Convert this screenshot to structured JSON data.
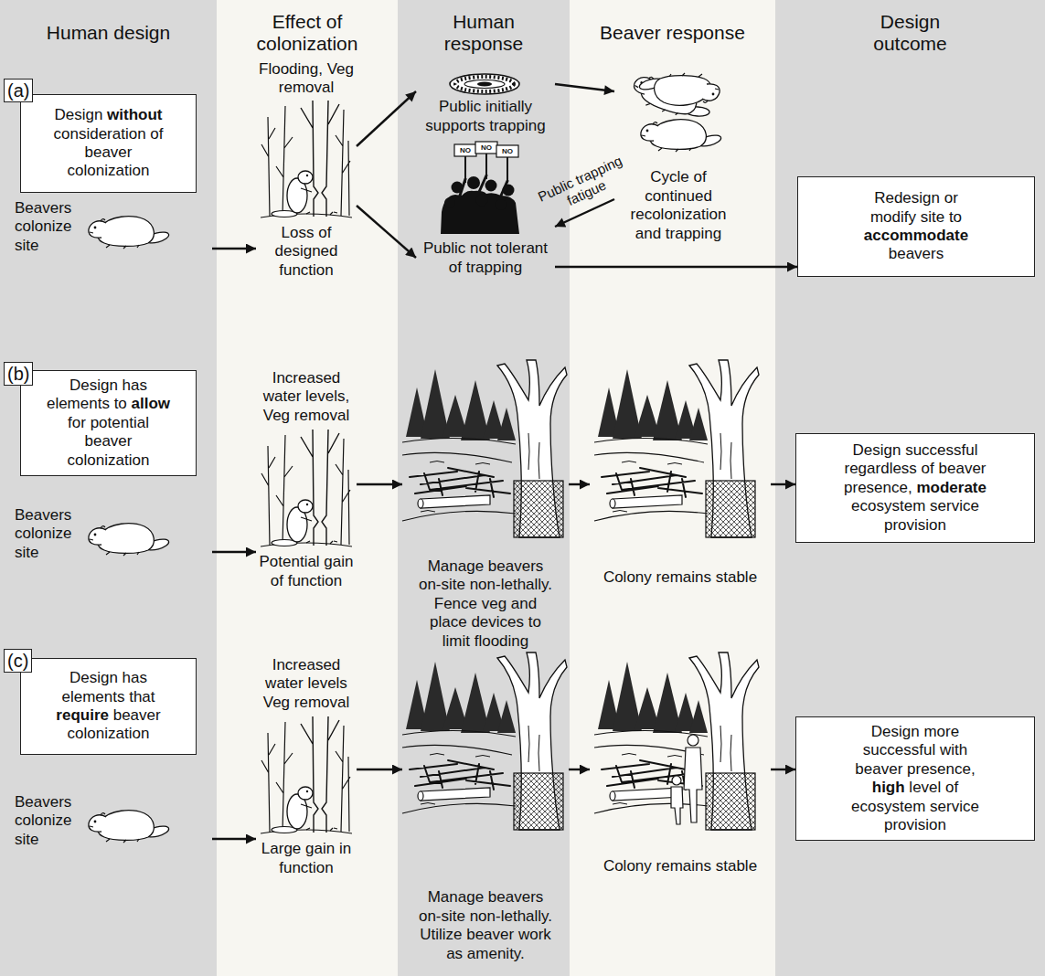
{
  "diagram": {
    "nodes": [
      {
        "text": [
          "Human design"
        ]
      },
      {
        "text": [
          "Effect of colonization"
        ]
      },
      {
        "text": [
          "Human response"
        ]
      },
      {
        "text": [
          "Beaver response"
        ]
      },
      {
        "text": [
          "Design outcome"
        ]
      },
      {
        "text": [
          "(a)"
        ],
        "in": 0
      },
      {
        "text": [
          "Design without consideration of beaver colonization"
        ],
        "in": 0
      },
      {
        "text": [
          "Beavers colonize site"
        ],
        "in": 0
      },
      {
        "text": [
          "Flooding, Veg removal",
          "Loss of designed function"
        ],
        "in": 1
      },
      {
        "text": [
          "Public initially supports trapping"
        ],
        "in": 2
      },
      {
        "text": [
          "Public not tolerant of trapping"
        ],
        "in": 2
      },
      {
        "text": [
          "Cycle of continued recolonization and trapping"
        ],
        "in": 3
      },
      {
        "text": [
          "Redesign or modify site to accommodate beavers"
        ],
        "in": 4
      },
      {
        "text": [
          "(b)"
        ],
        "in": 0
      },
      {
        "text": [
          "Design has elements to allow for potential beaver colonization"
        ],
        "in": 0
      },
      {
        "text": [
          "Beavers colonize site"
        ],
        "in": 0
      },
      {
        "text": [
          "Increased water levels, Veg removal",
          "Potential gain of function"
        ],
        "in": 1
      },
      {
        "text": [
          "Manage beavers on-site non-lethally. Fence veg and place devices to limit flooding"
        ],
        "in": 2
      },
      {
        "text": [
          "Colony remains stable"
        ],
        "in": 3
      },
      {
        "text": [
          "Design successful regardless of beaver presence, moderate ecosystem service provision"
        ],
        "in": 4
      },
      {
        "text": [
          "(c)"
        ],
        "in": 0
      },
      {
        "text": [
          "Design has elements that require beaver colonization"
        ],
        "in": 0
      },
      {
        "text": [
          "Beavers colonize site"
        ],
        "in": 0
      },
      {
        "text": [
          "Increased water levels Veg removal",
          "Large gain in function"
        ],
        "in": 1
      },
      {
        "text": [
          "Manage beavers on-site non-lethally. Utilize beaver work as amenity."
        ],
        "in": 2
      },
      {
        "text": [
          "Colony remains stable"
        ],
        "in": 3
      },
      {
        "text": [
          "Design more successful with beaver presence, high level of ecosystem service provision"
        ],
        "in": 4
      }
    ],
    "edges": [
      {
        "from": 7,
        "to": 8,
        "arrow": "to"
      },
      {
        "from": 8,
        "to": 9,
        "arrow": "to"
      },
      {
        "from": 8,
        "to": 10,
        "arrow": "to"
      },
      {
        "from": 9,
        "to": 11,
        "arrow": "to"
      },
      {
        "from": 11,
        "to": 10,
        "label": "Public trapping fatigue",
        "arrow": "to"
      },
      {
        "from": 10,
        "to": 12,
        "arrow": "to"
      },
      {
        "from": 15,
        "to": 16,
        "arrow": "to"
      },
      {
        "from": 16,
        "to": 17,
        "arrow": "to"
      },
      {
        "from": 17,
        "to": 18,
        "arrow": "to"
      },
      {
        "from": 18,
        "to": 19,
        "arrow": "to"
      },
      {
        "from": 22,
        "to": 23,
        "arrow": "to"
      },
      {
        "from": 23,
        "to": 24,
        "arrow": "to"
      },
      {
        "from": 24,
        "to": 25,
        "arrow": "to"
      },
      {
        "from": 25,
        "to": 26,
        "arrow": "to"
      }
    ],
    "labels": [
      "NO",
      "NO",
      "NO"
    ]
  }
}
